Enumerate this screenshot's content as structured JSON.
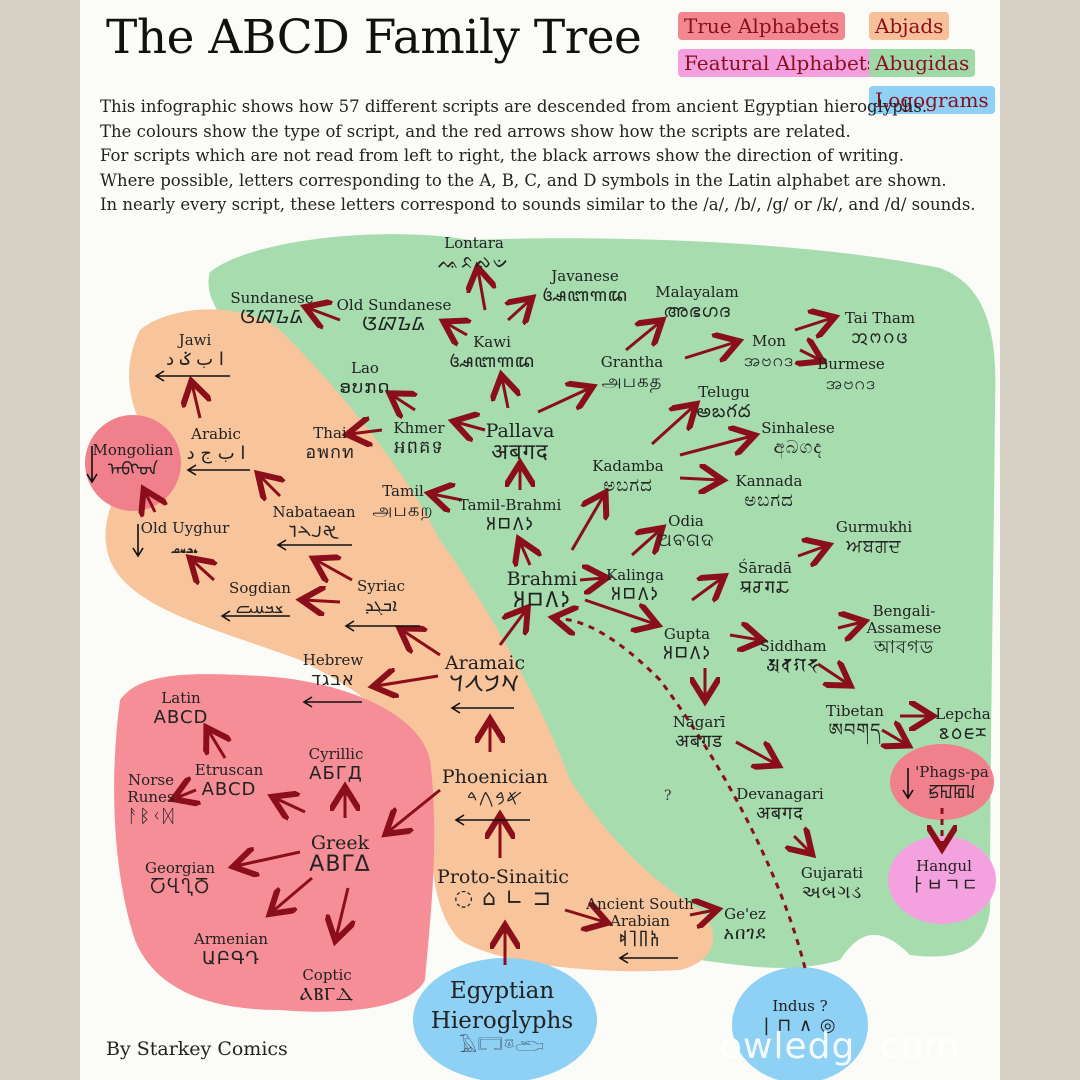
{
  "title": "The ABCD Family Tree",
  "legend": [
    {
      "label": "True Alphabets",
      "color": "#f2878f"
    },
    {
      "label": "Abjads",
      "color": "#f7c098"
    },
    {
      "label": "Featural Alphabets",
      "color": "#f49fde"
    },
    {
      "label": "Abugidas",
      "color": "#9fd9a8"
    },
    {
      "label": "Logograms",
      "color": "#8fd0f5"
    }
  ],
  "intro": [
    "This infographic shows how 57 different scripts are descended from ancient Egyptian hieroglyphs.",
    "The colours show the type of script, and the red arrows show how the scripts are related.",
    "For scripts which are not read from left to right, the black arrows show the direction of writing.",
    "Where possible, letters corresponding to the A, B, C, and D symbols in the Latin alphabet are shown.",
    "In nearly every script, these letters correspond to sounds similar to the /a/, /b/, /g/ or /k/, and /d/ sounds."
  ],
  "scripts": [
    {
      "id": "lontara",
      "name": "Lontara",
      "glyphs": "ᨕᨅᨁᨉ"
    },
    {
      "id": "javanese",
      "name": "Javanese",
      "glyphs": "ꦄꦧꦒꦢ"
    },
    {
      "id": "malayalam",
      "name": "Malayalam",
      "glyphs": "അഭഗദ"
    },
    {
      "id": "sundanese",
      "name": "Sundanese",
      "glyphs": "ᮃᮘᮌᮓ"
    },
    {
      "id": "old-sundanese",
      "name": "Old Sundanese",
      "glyphs": "ᮃᮘᮌᮓ"
    },
    {
      "id": "kawi",
      "name": "Kawi",
      "glyphs": "ꦄꦧꦒꦢ"
    },
    {
      "id": "mon",
      "name": "Mon",
      "glyphs": "အဗဂဒ"
    },
    {
      "id": "tai-tham",
      "name": "Tai Tham",
      "glyphs": "ᩋᨻᨣᨴ"
    },
    {
      "id": "burmese",
      "name": "Burmese",
      "glyphs": "အဗဂဒ"
    },
    {
      "id": "grantha",
      "name": "Grantha",
      "glyphs": "அபகத"
    },
    {
      "id": "lao",
      "name": "Lao",
      "glyphs": "ອບກດ"
    },
    {
      "id": "khmer",
      "name": "Khmer",
      "glyphs": "អពគទ"
    },
    {
      "id": "telugu",
      "name": "Telugu",
      "glyphs": "అబగద"
    },
    {
      "id": "thai",
      "name": "Thai",
      "glyphs": "อพกท"
    },
    {
      "id": "pallava",
      "name": "Pallava",
      "glyphs": "अबगद"
    },
    {
      "id": "sinhalese",
      "name": "Sinhalese",
      "glyphs": "අබගද"
    },
    {
      "id": "kadamba",
      "name": "Kadamba",
      "glyphs": "ಅಬಗದ"
    },
    {
      "id": "kannada",
      "name": "Kannada",
      "glyphs": "ಅಬಗದ"
    },
    {
      "id": "tamil",
      "name": "Tamil",
      "glyphs": "அபகற"
    },
    {
      "id": "tamil-brahmi",
      "name": "Tamil-Brahmi",
      "glyphs": "𑀅𑀩𑀕𑀤"
    },
    {
      "id": "odia",
      "name": "Odia",
      "glyphs": "ଅବଗଦ"
    },
    {
      "id": "gurmukhi",
      "name": "Gurmukhi",
      "glyphs": "ਅਬਗਦ"
    },
    {
      "id": "brahmi",
      "name": "Brahmi",
      "glyphs": "𑀅𑀩𑀕𑀤"
    },
    {
      "id": "kalinga",
      "name": "Kalinga",
      "glyphs": "𑀅𑀩𑀕𑀤"
    },
    {
      "id": "sarada",
      "name": "Śāradā",
      "glyphs": "𑆃𑆧𑆓𑆢"
    },
    {
      "id": "bengali",
      "name": "Bengali-\nAssamese",
      "glyphs": "আবগড"
    },
    {
      "id": "gupta",
      "name": "Gupta",
      "glyphs": "𑀅𑀩𑀕𑀤"
    },
    {
      "id": "siddham",
      "name": "Siddham",
      "glyphs": "𑖀𑖤𑖐𑖟"
    },
    {
      "id": "nagari",
      "name": "Nāgarī",
      "glyphs": "अबगड"
    },
    {
      "id": "tibetan",
      "name": "Tibetan",
      "glyphs": "ཨབགད"
    },
    {
      "id": "lepcha",
      "name": "Lepcha",
      "glyphs": "ᰣᰓᰀᰌ"
    },
    {
      "id": "phagspa",
      "name": "'Phags-pa",
      "glyphs": "ꡝꡎꡂꡊ"
    },
    {
      "id": "devanagari",
      "name": "Devanagari",
      "glyphs": "अबगद"
    },
    {
      "id": "gujarati",
      "name": "Gujarati",
      "glyphs": "અબગડ"
    },
    {
      "id": "hangul",
      "name": "Hangul",
      "glyphs": "ㅏㅂㄱㄷ"
    },
    {
      "id": "geez",
      "name": "Ge'ez",
      "glyphs": "አበገደ"
    },
    {
      "id": "jawi",
      "name": "Jawi",
      "glyphs": "ا ب ݢ د"
    },
    {
      "id": "arabic",
      "name": "Arabic",
      "glyphs": "ا ب ج د"
    },
    {
      "id": "mongolian",
      "name": "Mongolian",
      "glyphs": "ᠠᠪᠭᠳ"
    },
    {
      "id": "old-uyghur",
      "name": "Old Uyghur",
      "glyphs": "𐽰𐽱𐽲𐽳"
    },
    {
      "id": "nabataean",
      "name": "Nabataean",
      "glyphs": "𐢀𐢃𐢄𐢅"
    },
    {
      "id": "sogdian",
      "name": "Sogdian",
      "glyphs": "𐼰𐼱𐼲𐼳"
    },
    {
      "id": "syriac",
      "name": "Syriac",
      "glyphs": "ܐܒܓܕ"
    },
    {
      "id": "hebrew",
      "name": "Hebrew",
      "glyphs": "אבגד"
    },
    {
      "id": "aramaic",
      "name": "Aramaic",
      "glyphs": "𐡀𐡁𐡂𐡃"
    },
    {
      "id": "latin",
      "name": "Latin",
      "glyphs": "ABCD"
    },
    {
      "id": "cyrillic",
      "name": "Cyrillic",
      "glyphs": "АБГД"
    },
    {
      "id": "etruscan",
      "name": "Etruscan",
      "glyphs": "ABCD"
    },
    {
      "id": "norse",
      "name": "Norse\nRunes",
      "glyphs": "ᚨᛒᚲᛞ"
    },
    {
      "id": "greek",
      "name": "Greek",
      "glyphs": "ΑΒΓΔ"
    },
    {
      "id": "georgian",
      "name": "Georgian",
      "glyphs": "ႠႡႢႣ"
    },
    {
      "id": "armenian",
      "name": "Armenian",
      "glyphs": "ԱԲԳԴ"
    },
    {
      "id": "coptic",
      "name": "Coptic",
      "glyphs": "ⲀⲂⲄⲆ"
    },
    {
      "id": "phoenician",
      "name": "Phoenician",
      "glyphs": "𐤀𐤁𐤂𐤃"
    },
    {
      "id": "proto-sinaitic",
      "name": "Proto-Sinaitic",
      "glyphs": "◌ ⌂ ∟ ⊐"
    },
    {
      "id": "ancient-south-arabian",
      "name": "Ancient South\nArabian",
      "glyphs": "𐩱𐩨𐩴𐩵"
    },
    {
      "id": "egyptian",
      "name": "Egyptian\nHieroglyphs",
      "glyphs": "𓄿𓉐𓎼𓂧"
    },
    {
      "id": "indus",
      "name": "Indus ?",
      "glyphs": "| ⊓ ∧ ◎"
    }
  ],
  "question_mark": "?",
  "byline": "By Starkey Comics",
  "watermark": "owledg      .com"
}
